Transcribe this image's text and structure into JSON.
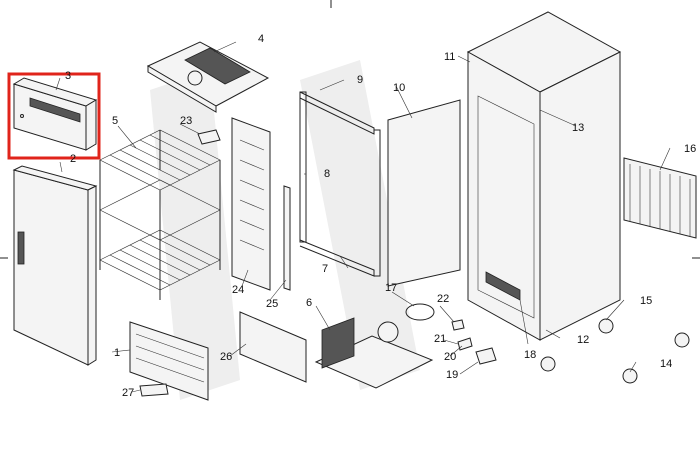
{
  "diagram": {
    "callouts": {
      "c1": "1",
      "c2": "2",
      "c3": "3",
      "c4": "4",
      "c5": "5",
      "c6": "6",
      "c7": "7",
      "c8": "8",
      "c9": "9",
      "c10": "10",
      "c11": "11",
      "c12": "12",
      "c13": "13",
      "c14": "14",
      "c15": "15",
      "c16": "16",
      "c17": "17",
      "c18": "18",
      "c19": "19",
      "c20": "20",
      "c21": "21",
      "c22": "22",
      "c23": "23",
      "c24": "24",
      "c25": "25",
      "c26": "26",
      "c27": "27"
    },
    "highlight_color": "#e0241b",
    "highlighted_part": "3"
  }
}
